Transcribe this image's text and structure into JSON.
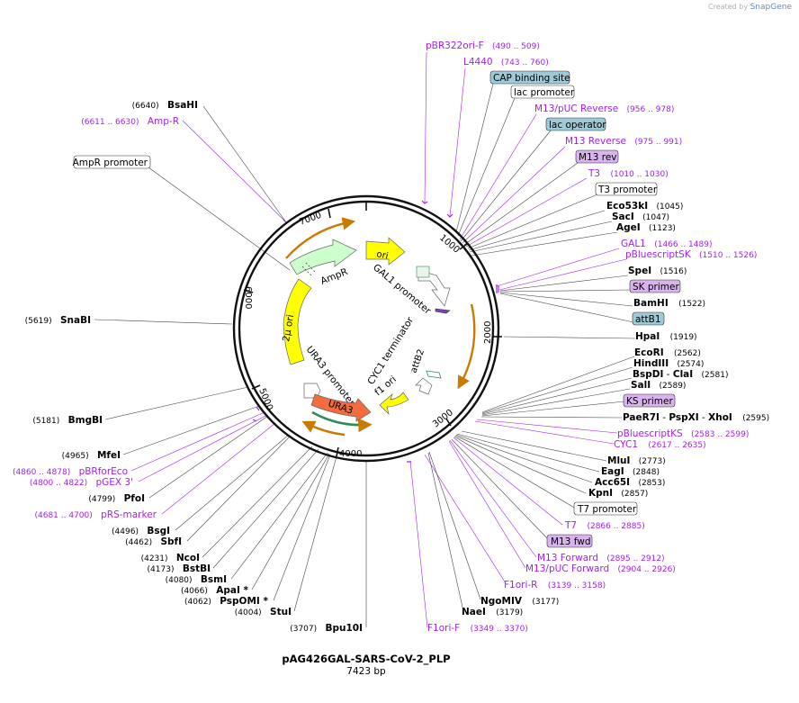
{
  "header": {
    "created_by": "Created by",
    "brand": "SnapGene"
  },
  "plasmid": {
    "name": "pAG426GAL-SARS-CoV-2_PLP",
    "length_label": "7423 bp",
    "length": 7423
  },
  "ticks": [
    "1000",
    "2000",
    "3000",
    "4000",
    "5000",
    "6000",
    "7000"
  ],
  "features": [
    {
      "label": "ori",
      "color": "#ffff00"
    },
    {
      "label": "GAL1 promoter",
      "color": "#ffffff"
    },
    {
      "label": "AmpR",
      "color": "#ccffcc"
    },
    {
      "label": "2µ ori",
      "color": "#ffff00"
    },
    {
      "label": "URA3 promoter",
      "color": "#ffffff"
    },
    {
      "label": "URA3",
      "color": "#f26c3d"
    },
    {
      "label": "CYC1 terminator",
      "color": "#ffffff"
    },
    {
      "label": "f1 ori",
      "color": "#ffff00"
    },
    {
      "label": "attB2",
      "color": "#ffffff"
    }
  ],
  "annotations": {
    "pbr322": {
      "name": "pBR322ori-F",
      "range": "(490 .. 509)"
    },
    "l4440": {
      "name": "L4440",
      "range": "(743 .. 760)"
    },
    "cap": {
      "name": "CAP binding site"
    },
    "lacpro": {
      "name": "lac promoter"
    },
    "m13puc_rev": {
      "name": "M13/pUC Reverse",
      "range": "(956 .. 978)"
    },
    "lacop": {
      "name": "lac operator"
    },
    "m13rev": {
      "name": "M13 Reverse",
      "range": "(975 .. 991)"
    },
    "m13revbox": {
      "name": "M13 rev"
    },
    "t3": {
      "name": "T3",
      "range": "(1010 .. 1030)"
    },
    "t3pro": {
      "name": "T3 promoter"
    },
    "eco53": {
      "name": "Eco53kI",
      "pos": "(1045)"
    },
    "saci": {
      "name": "SacI",
      "pos": "(1047)"
    },
    "agei": {
      "name": "AgeI",
      "pos": "(1123)"
    },
    "gal1": {
      "name": "GAL1",
      "range": "(1466 .. 1489)"
    },
    "pbsk": {
      "name": "pBluescriptSK",
      "range": "(1510 .. 1526)"
    },
    "spei": {
      "name": "SpeI",
      "pos": "(1516)"
    },
    "skprimer": {
      "name": "SK primer"
    },
    "bamhi": {
      "name": "BamHI",
      "pos": "(1522)"
    },
    "attb1": {
      "name": "attB1"
    },
    "hpai": {
      "name": "HpaI",
      "pos": "(1919)"
    },
    "ecori": {
      "name": "EcoRI",
      "pos": "(2562)"
    },
    "hindiii": {
      "name": "HindIII",
      "pos": "(2574)"
    },
    "bspdi": {
      "name": "BspDI",
      "sep": " - ",
      "name2": "ClaI",
      "pos": "(2581)"
    },
    "sali": {
      "name": "SalI",
      "pos": "(2589)"
    },
    "ksprimer": {
      "name": "KS primer"
    },
    "paer7i": {
      "name": "PaeR7I",
      "sep1": " - ",
      "name2": "PspXI",
      "sep2": " - ",
      "name3": "XhoI",
      "pos": "(2595)"
    },
    "pbks": {
      "name": "pBluescriptKS",
      "range": "(2583 .. 2599)"
    },
    "cyc1": {
      "name": "CYC1",
      "range": "(2617 .. 2635)"
    },
    "mlui": {
      "name": "MluI",
      "pos": "(2773)"
    },
    "eagi": {
      "name": "EagI",
      "pos": "(2848)"
    },
    "acc65i": {
      "name": "Acc65I",
      "pos": "(2853)"
    },
    "kpni": {
      "name": "KpnI",
      "pos": "(2857)"
    },
    "t7pro": {
      "name": "T7 promoter"
    },
    "t7": {
      "name": "T7",
      "range": "(2866 .. 2885)"
    },
    "m13fwdbox": {
      "name": "M13 fwd"
    },
    "m13fwd": {
      "name": "M13 Forward",
      "range": "(2895 .. 2912)"
    },
    "m13pucfwd": {
      "name": "M13/pUC Forward",
      "range": "(2904 .. 2926)"
    },
    "f1orir": {
      "name": "F1ori-R",
      "range": "(3139 .. 3158)"
    },
    "ngomiv": {
      "name": "NgoMIV",
      "pos": "(3177)"
    },
    "naei": {
      "name": "NaeI",
      "pos": "(3179)"
    },
    "f1orif": {
      "name": "F1ori-F",
      "range": "(3349 .. 3370)"
    },
    "bpu10i": {
      "name": "Bpu10I",
      "pos": "(3707)"
    },
    "stui": {
      "name": "StuI",
      "pos": "(4004)"
    },
    "pspomi": {
      "name": "PspOMI *",
      "pos": "(4062)"
    },
    "apai": {
      "name": "ApaI *",
      "pos": "(4066)"
    },
    "bsmi": {
      "name": "BsmI",
      "pos": "(4080)"
    },
    "bstbi": {
      "name": "BstBI",
      "pos": "(4173)"
    },
    "ncoi": {
      "name": "NcoI",
      "pos": "(4231)"
    },
    "sbfi": {
      "name": "SbfI",
      "pos": "(4462)"
    },
    "bsgi": {
      "name": "BsgI",
      "pos": "(4496)"
    },
    "rsmarker": {
      "name": "pRS-marker",
      "range": "(4681 .. 4700)"
    },
    "pfoi": {
      "name": "PfoI",
      "pos": "(4799)"
    },
    "pgex": {
      "name": "pGEX 3'",
      "range": "(4800 .. 4822)"
    },
    "pbrforeco": {
      "name": "pBRforEco",
      "range": "(4860 .. 4878)"
    },
    "mfei": {
      "name": "MfeI",
      "pos": "(4965)"
    },
    "bmgbi": {
      "name": "BmgBI",
      "pos": "(5181)"
    },
    "snabi": {
      "name": "SnaBI",
      "pos": "(5619)"
    },
    "amprpro": {
      "name": "AmpR promoter"
    },
    "ampr_primer": {
      "name": "Amp-R",
      "range": "(6611 .. 6630)"
    },
    "bsahi": {
      "name": "BsaHI",
      "pos": "(6640)"
    }
  }
}
